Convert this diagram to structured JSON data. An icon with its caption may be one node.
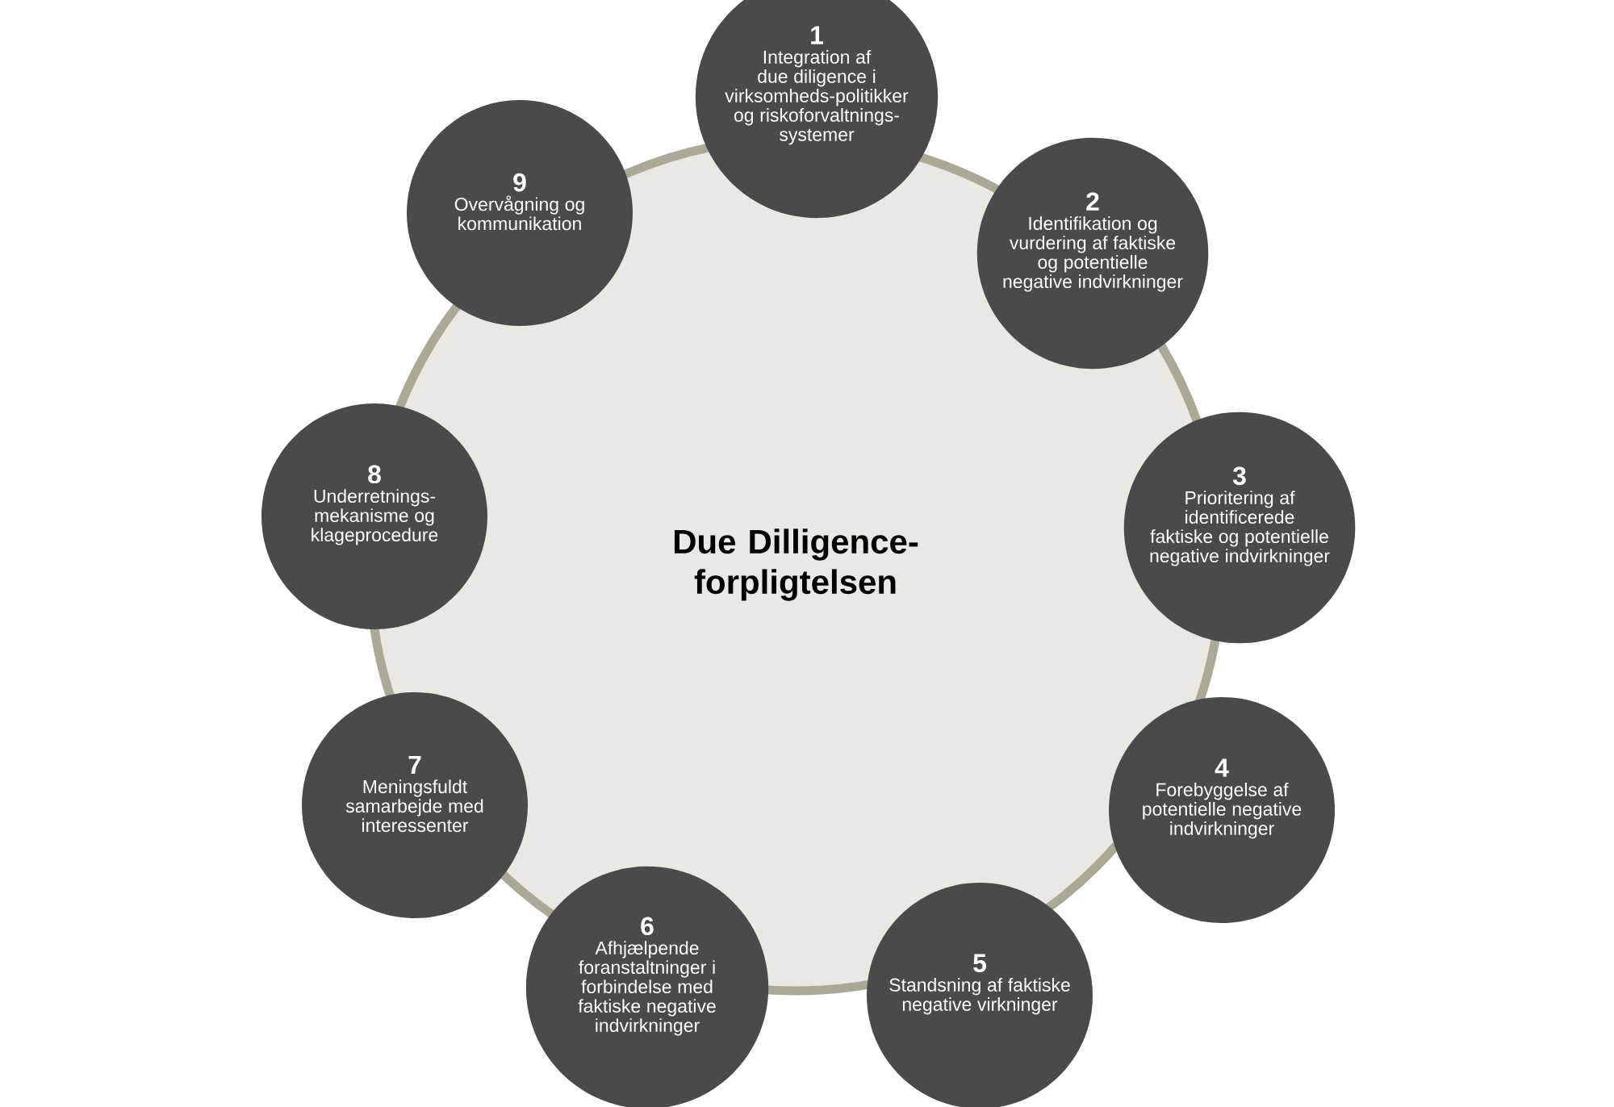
{
  "diagram": {
    "nodes": [
      {
        "text": [
          "Due Dilligence-forpligtelsen"
        ]
      },
      {
        "text": [
          "1",
          "Integration af due diligence i virksomheds-politikker og riskoforvaltnings-systemer"
        ]
      },
      {
        "text": [
          "2",
          "Identifikation og vurdering af faktiske og potentielle negative indvirkninger"
        ]
      },
      {
        "text": [
          "3",
          "Prioritering af identificerede faktiske og potentielle negative indvirkninger"
        ]
      },
      {
        "text": [
          "4",
          "Forebyggelse af potentielle negative indvirkninger"
        ]
      },
      {
        "text": [
          "5",
          "Standsning af faktiske negative virkninger"
        ]
      },
      {
        "text": [
          "6",
          "Afhjælpende foranstaltninger i forbindelse med faktiske negative indvirkninger"
        ]
      },
      {
        "text": [
          "7",
          "Meningsfuldt samarbejde med interessenter"
        ]
      },
      {
        "text": [
          "8",
          "Underretnings-mekanisme og klageprocedure"
        ]
      },
      {
        "text": [
          "9",
          "Overvågning og kommunikation"
        ]
      }
    ]
  }
}
